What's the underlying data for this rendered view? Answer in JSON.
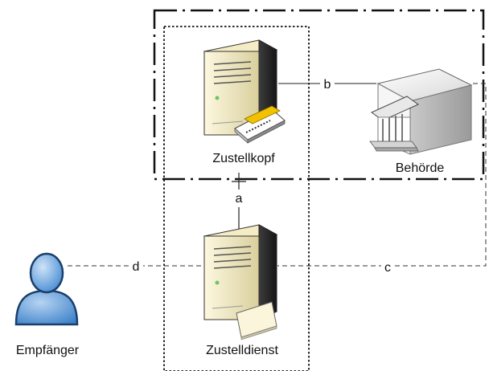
{
  "nodes": {
    "zustellkopf": {
      "label": "Zustellkopf"
    },
    "behoerde": {
      "label": "Behörde"
    },
    "zustelldienst": {
      "label": "Zustelldienst"
    },
    "empfaenger": {
      "label": "Empfänger"
    }
  },
  "edges": {
    "a": {
      "label": "a"
    },
    "b": {
      "label": "b"
    },
    "c": {
      "label": "c"
    },
    "d": {
      "label": "d"
    }
  }
}
